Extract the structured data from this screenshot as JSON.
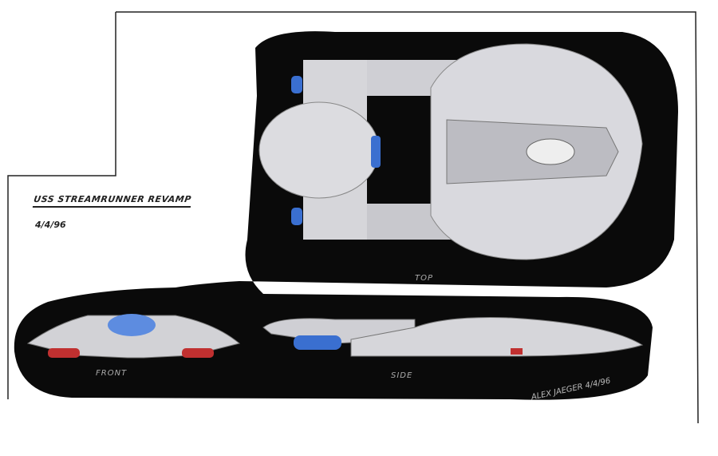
{
  "title": "USS STREAMRUNNER REVAMP",
  "date": "4/4/96",
  "views": {
    "top": "TOP",
    "front": "FRONT",
    "side": "SIDE"
  },
  "signature": {
    "name": "ALEX JAEGER",
    "date": "4/4/96"
  },
  "colors": {
    "background": "#000000",
    "hull": "#d8d8dc",
    "nacelle": "#3a6fd0",
    "impulse": "#c03030"
  }
}
